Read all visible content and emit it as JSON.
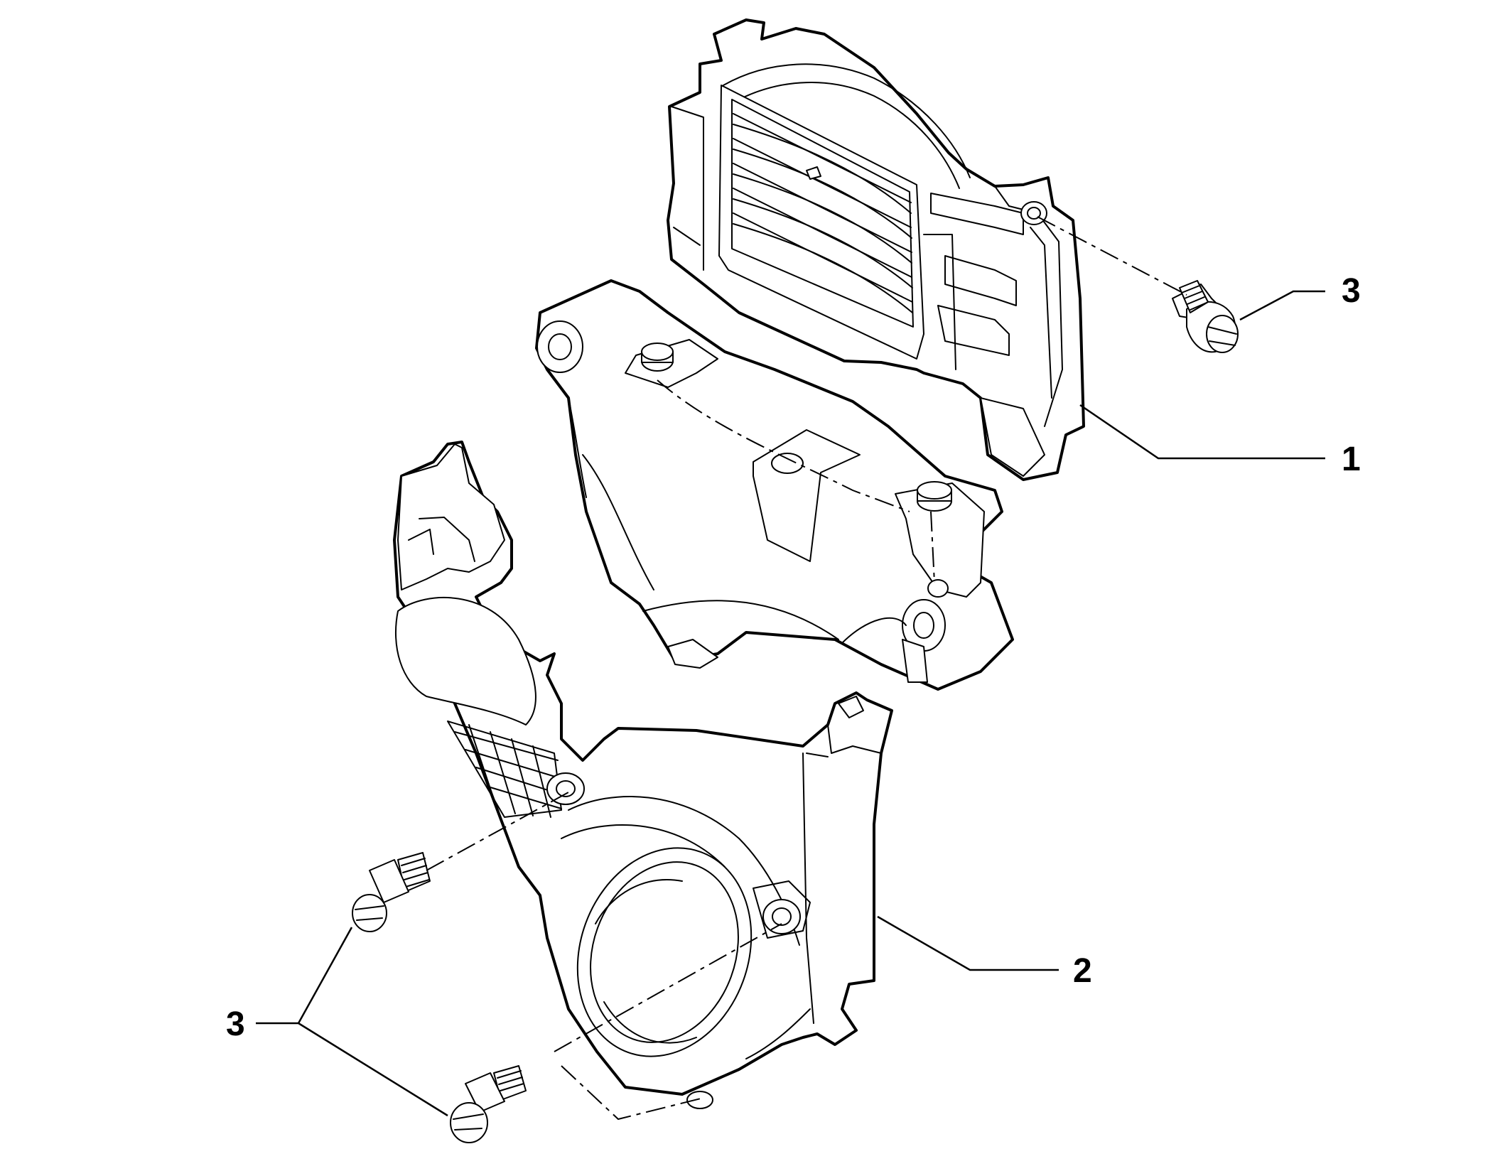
{
  "diagram": {
    "type": "exploded-parts-diagram",
    "parts": [
      {
        "id": "upper-timing-cover",
        "callout": "1"
      },
      {
        "id": "lower-timing-cover",
        "callout": "2"
      },
      {
        "id": "upper-cover-bolt",
        "callout": "3"
      },
      {
        "id": "lower-cover-bolts",
        "callout": "3"
      }
    ],
    "callouts": {
      "upper_cover": "1",
      "lower_cover": "2",
      "bolt_upper": "3",
      "bolt_lower": "3"
    }
  }
}
